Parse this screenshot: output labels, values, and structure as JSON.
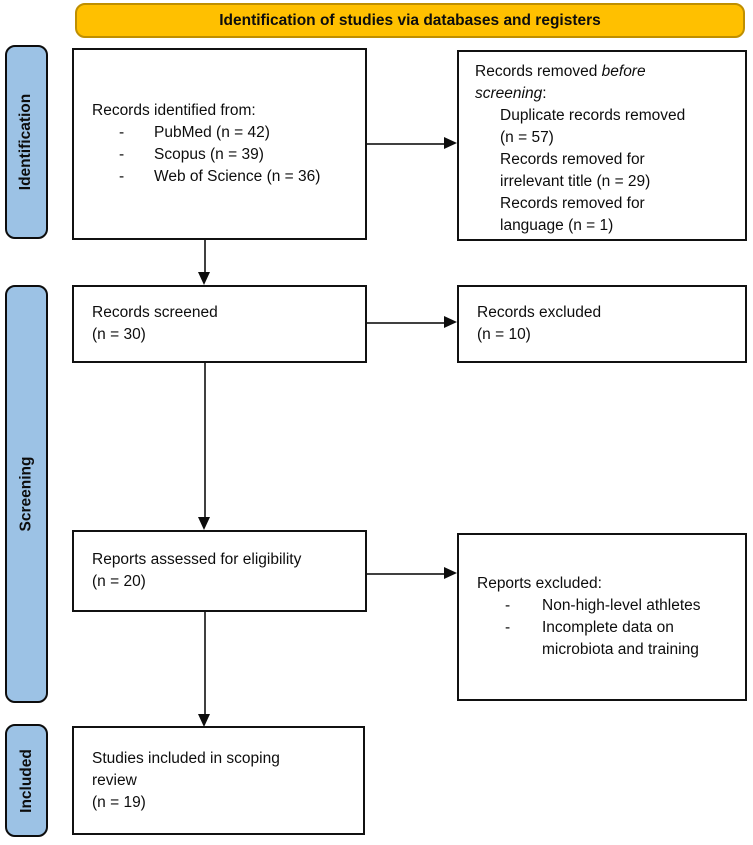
{
  "banner": {
    "title": "Identification of studies via databases and registers"
  },
  "stages": [
    {
      "label": "Identification"
    },
    {
      "label": "Screening"
    },
    {
      "label": "Included"
    }
  ],
  "bullet_char": "-",
  "boxes": {
    "identified": {
      "title": "Records identified from:",
      "items": [
        "PubMed (n = 42)",
        "Scopus (n = 39)",
        "Web of Science (n = 36)"
      ]
    },
    "removed": {
      "title_prefix": "Records removed ",
      "title_italic": "before screening",
      "title_suffix": ":",
      "items": [
        "Duplicate records removed (n = 57)",
        "Records removed for irrelevant title (n = 29)",
        "Records removed for language (n = 1)"
      ]
    },
    "screened": {
      "label": "Records screened",
      "count": "(n = 30)"
    },
    "excluded_records": {
      "label": "Records excluded",
      "count": "(n = 10)"
    },
    "assessed": {
      "label": "Reports assessed for eligibility",
      "count": "(n = 20)"
    },
    "excluded_reports": {
      "title": "Reports excluded:",
      "items": [
        "Non-high-level athletes",
        "Incomplete data on microbiota and training"
      ]
    },
    "included": {
      "label": "Studies included in scoping review",
      "count": "(n = 19)"
    }
  },
  "colors": {
    "banner_fill": "#FFC000",
    "banner_border": "#BF8F00",
    "stage_fill": "#9CC2E5",
    "box_border": "#111111",
    "arrow_line": "#404040",
    "arrow_head": "#0d0d0d"
  }
}
